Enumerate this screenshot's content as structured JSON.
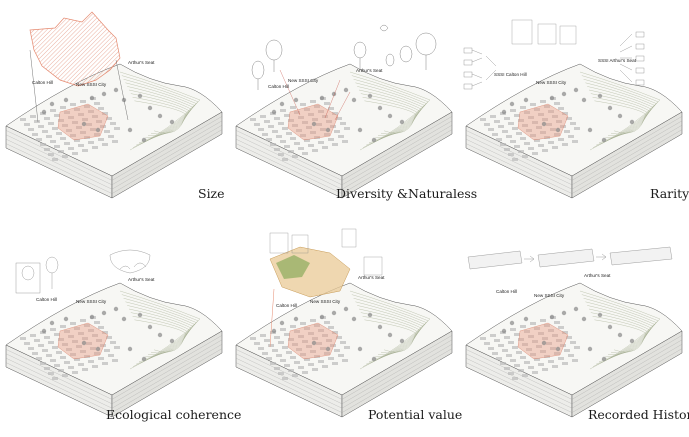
{
  "panels": [
    {
      "id": "size",
      "caption": "Size",
      "labels": {
        "calton": "Calton Hill",
        "newtown": "New SSSI City",
        "arthur": "Arthur's Seat"
      }
    },
    {
      "id": "diversity",
      "caption": "Diversity &Naturaless",
      "labels": {
        "calton": "Calton Hill",
        "newtown": "New SSSI City",
        "arthur": "Arthur's Seat"
      }
    },
    {
      "id": "rarity",
      "caption": "Rarity",
      "labels": {
        "calton": "SSSI Calton Hill",
        "newtown": "New SSSI City",
        "arthur": "SSSI Arthur's Seat"
      }
    },
    {
      "id": "ecological",
      "caption": "Ecological coherence",
      "labels": {
        "calton": "Calton Hill",
        "newtown": "New SSSI City",
        "arthur": "Arthur's Seat"
      }
    },
    {
      "id": "potential",
      "caption": "Potential value",
      "labels": {
        "calton": "Calton Hill",
        "newtown": "New SSSI City",
        "arthur": "Arthur's Seat"
      }
    },
    {
      "id": "history",
      "caption": "Recorded History",
      "labels": {
        "calton": "Calton Hill",
        "newtown": "New SSSI City",
        "arthur": "Arthur's Seat"
      }
    }
  ],
  "colors": {
    "ink": "#555555",
    "terrain": "#f7f7f4",
    "contour": "#9aa585",
    "city": "#b7b7b7",
    "highlight": "#e8a08a",
    "sand": "#e9c995",
    "green": "#8cab5c"
  }
}
